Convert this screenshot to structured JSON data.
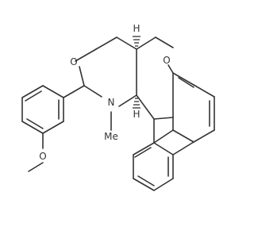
{
  "molecule": {
    "atom_labels": {
      "O_ring_top": "O",
      "O_ring_right": "O",
      "N": "N",
      "N_methyl": "Me",
      "H_top": "H",
      "H_bottom": "H",
      "O_methoxy": "O"
    },
    "colors": {
      "bond": "#333333",
      "label": "#333333",
      "background": "#ffffff"
    }
  }
}
